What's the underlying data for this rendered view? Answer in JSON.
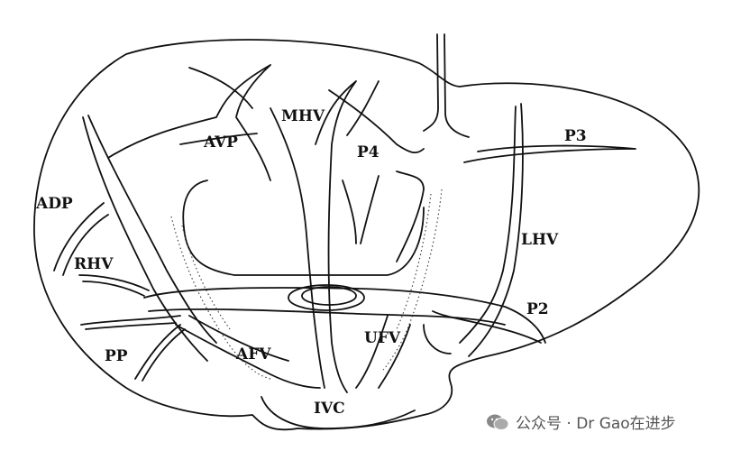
{
  "labels": {
    "mhv": "MHV",
    "avp": "AVP",
    "p4": "P4",
    "p3": "P3",
    "adp": "ADP",
    "rhv": "RHV",
    "lhv": "LHV",
    "p2": "P2",
    "pp": "PP",
    "afv": "AFV",
    "ufv": "UFV",
    "ivc": "IVC"
  },
  "watermark": {
    "text": "公众号 · Dr Gao在进步",
    "icon": "wechat-icon"
  }
}
